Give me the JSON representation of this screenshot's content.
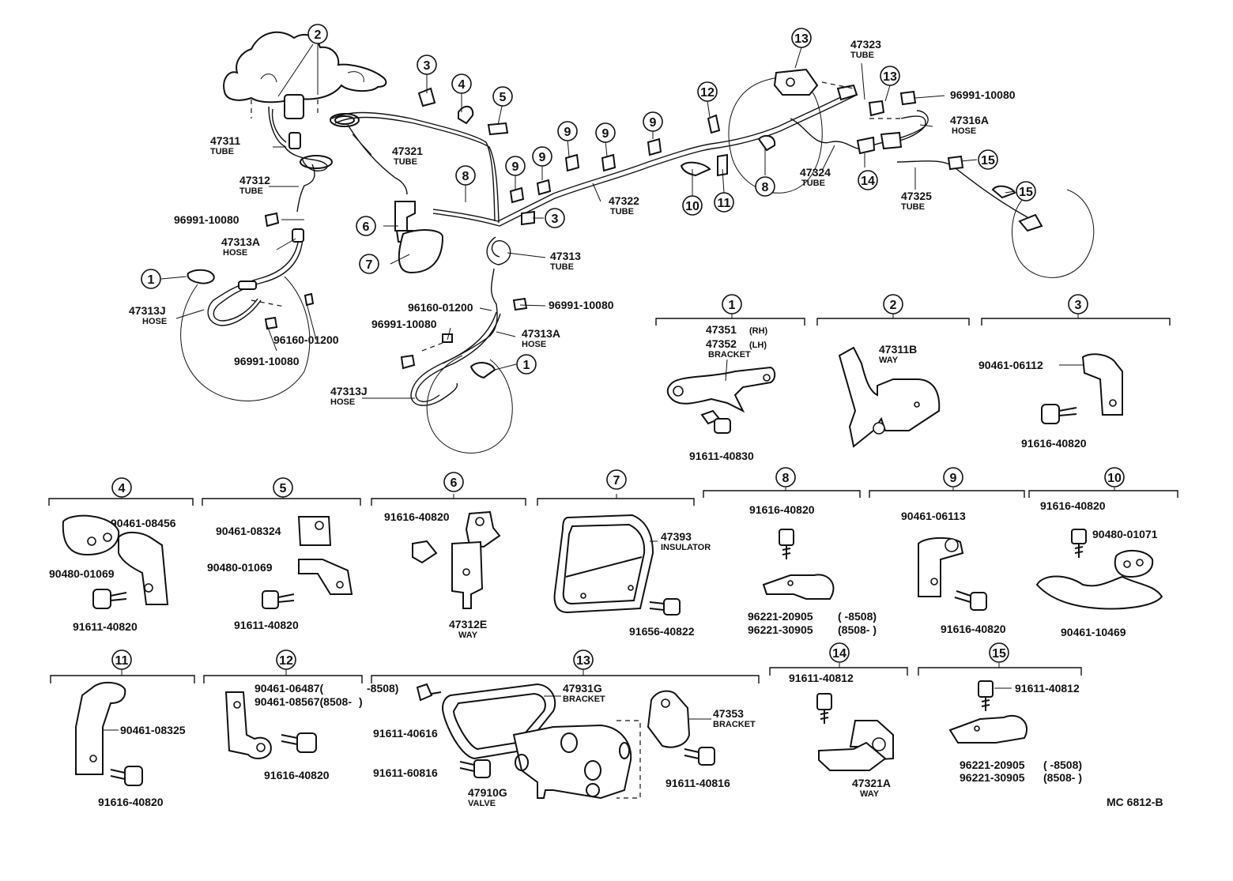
{
  "main": {
    "labels": [
      {
        "t": "47311"
      },
      {
        "t": "TUBE"
      },
      {
        "t": "47312"
      },
      {
        "t": "TUBE"
      },
      {
        "t": "96991-10080"
      },
      {
        "t": "47313A"
      },
      {
        "t": "HOSE"
      },
      {
        "t": "47313J"
      },
      {
        "t": "HOSE"
      },
      {
        "t": "96160-01200"
      },
      {
        "t": "96991-10080"
      },
      {
        "t": "47321"
      },
      {
        "t": "TUBE"
      },
      {
        "t": "47313"
      },
      {
        "t": "TUBE"
      },
      {
        "t": "96160-01200"
      },
      {
        "t": "96991-10080"
      },
      {
        "t": "96991-10080"
      },
      {
        "t": "47313A"
      },
      {
        "t": "HOSE"
      },
      {
        "t": "47313J"
      },
      {
        "t": "HOSE"
      },
      {
        "t": "47322"
      },
      {
        "t": "TUBE"
      },
      {
        "t": "47323"
      },
      {
        "t": "TUBE"
      },
      {
        "t": "96991-10080"
      },
      {
        "t": "47316A"
      },
      {
        "t": "HOSE"
      },
      {
        "t": "47324"
      },
      {
        "t": "TUBE"
      },
      {
        "t": "47325"
      },
      {
        "t": "TUBE"
      }
    ],
    "callouts": [
      "2",
      "3",
      "4",
      "5",
      "9",
      "9",
      "9",
      "9",
      "9",
      "8",
      "6",
      "7",
      "3",
      "1",
      "1",
      "12",
      "13",
      "13",
      "8",
      "10",
      "11",
      "14",
      "15",
      "15"
    ]
  },
  "details": [
    {
      "num": "1",
      "labels": [
        "47351",
        "(RH)",
        "47352",
        "(LH)",
        "BRACKET",
        "91611-40830"
      ]
    },
    {
      "num": "2",
      "labels": [
        "47311B",
        "WAY"
      ]
    },
    {
      "num": "3",
      "labels": [
        "90461-06112",
        "91616-40820"
      ]
    },
    {
      "num": "4",
      "labels": [
        "90461-08456",
        "90480-01069",
        "91611-40820"
      ]
    },
    {
      "num": "5",
      "labels": [
        "90461-08324",
        "90480-01069",
        "91611-40820"
      ]
    },
    {
      "num": "6",
      "labels": [
        "91616-40820",
        "47312E",
        "WAY"
      ]
    },
    {
      "num": "7",
      "labels": [
        "47393",
        "INSULATOR",
        "91656-40822"
      ]
    },
    {
      "num": "8",
      "labels": [
        "91616-40820",
        "96221-20905",
        "(       -8508)",
        "96221-30905",
        "(8508-       )"
      ]
    },
    {
      "num": "9",
      "labels": [
        "90461-06113",
        "91616-40820"
      ]
    },
    {
      "num": "10",
      "labels": [
        "91616-40820",
        "90480-01071",
        "90461-10469"
      ]
    },
    {
      "num": "11",
      "labels": [
        "90461-08325",
        "91616-40820"
      ]
    },
    {
      "num": "12",
      "labels": [
        "90461-06487(",
        "-8508)",
        "90461-08567(8508-",
        "      )",
        "91616-40820"
      ]
    },
    {
      "num": "13",
      "labels": [
        "47931G",
        "BRACKET",
        "91611-40616",
        "91611-60816",
        "47910G",
        "VALVE",
        "47353",
        "BRACKET",
        "91611-40816"
      ]
    },
    {
      "num": "14",
      "labels": [
        "91611-40812",
        "47321A",
        "WAY"
      ]
    },
    {
      "num": "15",
      "labels": [
        "91611-40812",
        "96221-20905",
        "(       -8508)",
        "96221-30905",
        "(8508-       )"
      ]
    }
  ],
  "diagram_code": "MC 6812-B"
}
